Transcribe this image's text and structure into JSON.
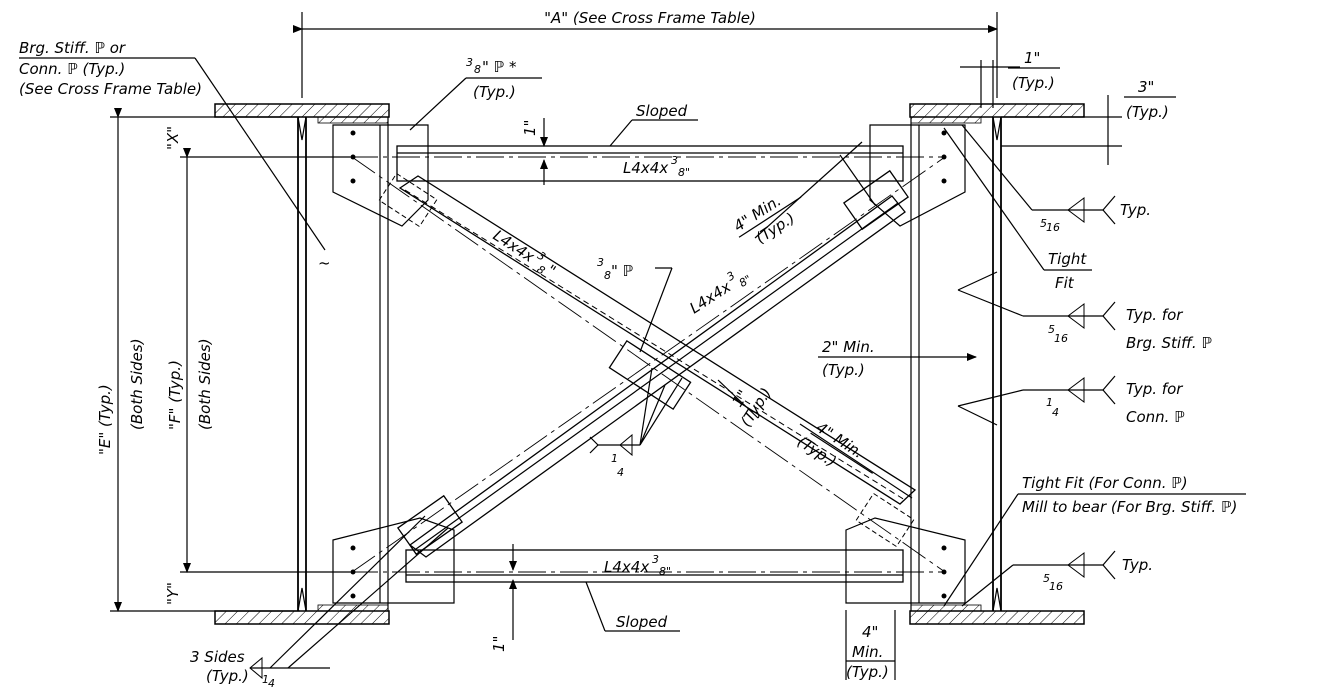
{
  "labels": {
    "dim_a": "\"A\" (See Cross Frame Table)",
    "brg_stiff_1": "Brg. Stiff. ℙ or",
    "brg_stiff_2": "Conn. ℙ (Typ.)",
    "brg_stiff_3": "(See Cross Frame Table)",
    "plate_38_typ_a": "3",
    "plate_38_typ_b": "8",
    "plate_38_typ_c": "\" ℙ *",
    "plate_38_typ_d": "(Typ.)",
    "sloped_top": "Sloped",
    "sloped_bottom": "Sloped",
    "one_inch_typ_1": "1\"",
    "one_inch_typ_2": "(Typ.)",
    "three_inch_1": "3\"",
    "three_inch_2": "(Typ.)",
    "dim_x": "\"X\"",
    "dim_y": "\"Y\"",
    "dim_e": "\"E\" (Typ.)",
    "dim_e_sub": "(Both Sides)",
    "dim_f": "\"F\" (Typ.)",
    "dim_f_sub": "(Both Sides)",
    "angle_top": "L4x4x",
    "angle_bottom": "L4x4x",
    "angle_diag_1": "L4x4x",
    "angle_diag_2": "L4x4x",
    "frac_3": "3",
    "frac_8": "8",
    "frac_8_quote": "8\"",
    "quote": "\"",
    "four_min_typ_1a": "4\" Min.",
    "four_min_typ_1b": "(Typ.)",
    "four_min_typ_2a": "4\" Min.",
    "four_min_typ_2b": "(Typ.)",
    "plate_38_center": "\" ℙ",
    "one_inch_small_top": "1\"",
    "one_inch_small_bottom": "1\"",
    "one_inch_typ_diag_1": "1\"",
    "one_inch_typ_diag_2": "(Typ.)",
    "weld_516": "5",
    "weld_516_den": "16",
    "weld_14": "1",
    "weld_14_den": "4",
    "typ": "Typ.",
    "tight": "Tight",
    "fit": "Fit",
    "typ_for_1": "Typ. for",
    "brg_stiff_pl": "Brg. Stiff. ℙ",
    "typ_for_2": "Typ. for",
    "conn_pl": "Conn. ℙ",
    "two_min_1": "2\" Min.",
    "two_min_2": "(Typ.)",
    "tight_fit_conn": "Tight Fit (For Conn. ℙ)",
    "mill_to_bear": "Mill to bear (For Brg. Stiff. ℙ)",
    "typ_bottom": "Typ.",
    "four_min_bottom_1": "4\"",
    "four_min_bottom_2": "Min.",
    "four_min_bottom_3": "(Typ.)",
    "three_sides_1": "3 Sides",
    "three_sides_2": "(Typ.)",
    "wavy": "~"
  }
}
